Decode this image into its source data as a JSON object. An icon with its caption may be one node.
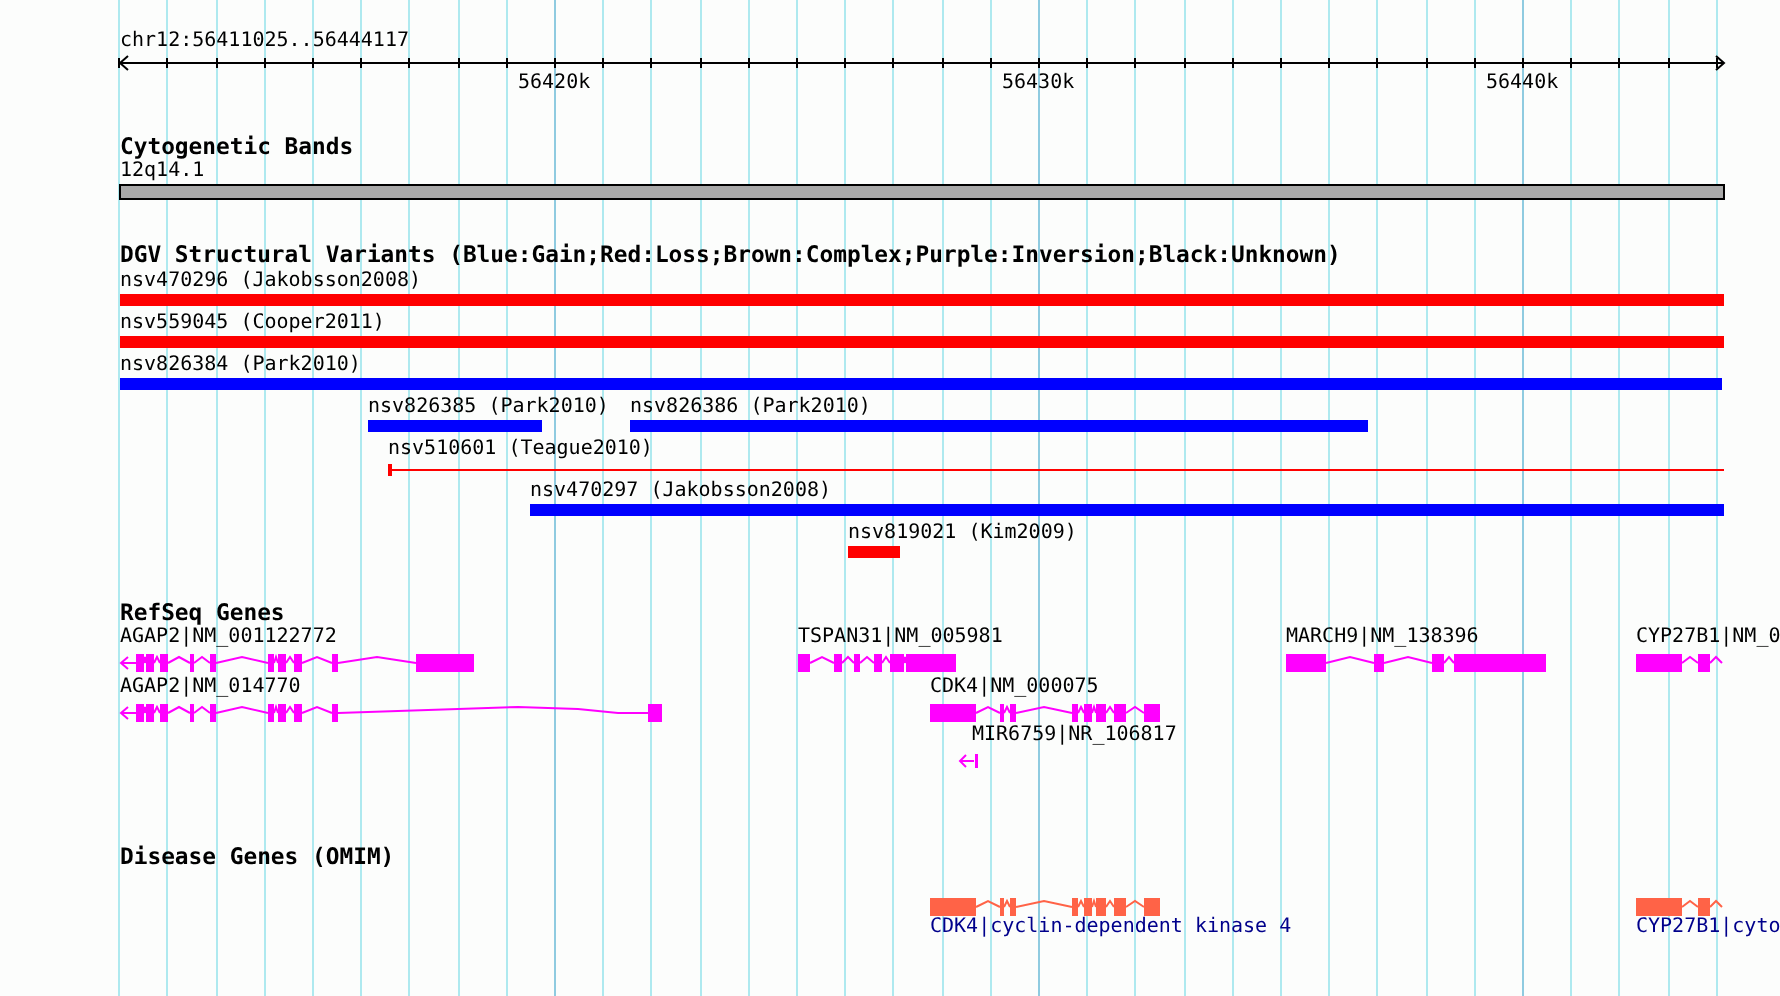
{
  "diagram": {
    "nodes": [
      {
        "text": [
          "12q14.1"
        ]
      },
      {
        "text": [
          "nsv470296 (Jakobsson2008)"
        ]
      },
      {
        "text": [
          "nsv559045 (Cooper2011)"
        ]
      },
      {
        "text": [
          "nsv826384 (Park2010)"
        ]
      },
      {
        "text": [
          "nsv826385 (Park2010)"
        ]
      },
      {
        "text": [
          "nsv826386 (Park2010)"
        ]
      },
      {
        "text": [
          "nsv510601 (Teague2010)"
        ]
      },
      {
        "text": [
          "nsv470297 (Jakobsson2008)"
        ]
      },
      {
        "text": [
          "nsv819021 (Kim2009)"
        ]
      },
      {
        "text": [
          "AGAP2|NM_001122772"
        ]
      },
      {
        "text": [
          "TSPAN31|NM_005981"
        ]
      },
      {
        "text": [
          "MARCH9|NM_138396"
        ]
      },
      {
        "text": [
          "CYP27B1|NM_0"
        ]
      },
      {
        "text": [
          "AGAP2|NM_014770"
        ]
      },
      {
        "text": [
          "CDK4|NM_000075"
        ]
      },
      {
        "text": [
          "MIR6759|NR_106817"
        ]
      },
      {
        "text": [
          "CDK4|cyclin-dependent kinase 4"
        ]
      },
      {
        "text": [
          "CYP27B1|cyto"
        ]
      }
    ],
    "labels": [
      "chr12:56411025..56444117",
      "56420k",
      "56430k",
      "56440k",
      "Cytogenetic Bands",
      "DGV Structural Variants (Blue:Gain;Red:Loss;Brown:Complex;Purple:Inversion;Black:Unknown)",
      "RefSeq Genes",
      "Disease Genes (OMIM)"
    ]
  }
}
